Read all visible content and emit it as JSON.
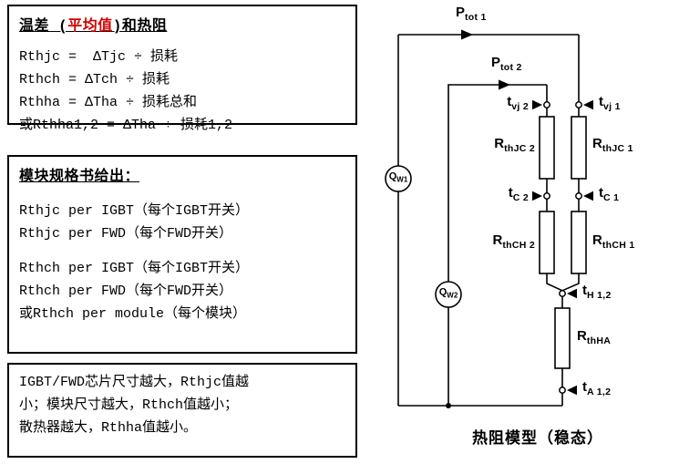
{
  "colors": {
    "ink": "#000000",
    "background": "#ffffff",
    "highlight_red": "#d40000"
  },
  "left_panel": {
    "box1": {
      "title": {
        "pre": "温差 (",
        "highlight": "平均值",
        "post": ")和热阻"
      },
      "lines": [
        "Rthjc =  ΔTjc ÷ 损耗",
        "Rthch = ΔTch ÷ 损耗",
        "Rthha = ΔTha ÷ 损耗总和",
        "或Rthha1,2 = ΔTha ÷ 损耗1,2"
      ]
    },
    "box2": {
      "title": "模块规格书给出：",
      "group1": [
        "Rthjc per IGBT（每个IGBT开关）",
        "Rthjc per FWD（每个FWD开关）"
      ],
      "group2": [
        "Rthch per IGBT（每个IGBT开关）",
        "Rthch per FWD（每个FWD开关）",
        "或Rthch per module（每个模块）"
      ]
    },
    "box3": {
      "lines": [
        "IGBT/FWD芯片尺寸越大，Rthjc值越",
        "小；模块尺寸越大，Rthch值越小；",
        "散热器越大，Rthha值越小。"
      ]
    }
  },
  "diagram": {
    "caption": "热阻模型（稳态）",
    "labels": {
      "ptot1": {
        "base": "P",
        "sub": "tot 1"
      },
      "ptot2": {
        "base": "P",
        "sub": "tot 2"
      },
      "tvj2": {
        "base": "t",
        "sub": "vj 2"
      },
      "tvj1": {
        "base": "t",
        "sub": "vj 1"
      },
      "rthjc2": {
        "base": "R",
        "sub": "thJC 2"
      },
      "rthjc1": {
        "base": "R",
        "sub": "thJC 1"
      },
      "tc2": {
        "base": "t",
        "sub": "C 2"
      },
      "tc1": {
        "base": "t",
        "sub": "C 1"
      },
      "rthch2": {
        "base": "R",
        "sub": "thCH 2"
      },
      "rthch1": {
        "base": "R",
        "sub": "thCH 1"
      },
      "th12": {
        "base": "t",
        "sub": "H 1,2"
      },
      "rthha": {
        "base": "R",
        "sub": "thHA"
      },
      "ta12": {
        "base": "t",
        "sub": "A 1,2"
      },
      "qw1": {
        "base": "Q",
        "sub": "W1"
      },
      "qw2": {
        "base": "Q",
        "sub": "W2"
      }
    }
  }
}
